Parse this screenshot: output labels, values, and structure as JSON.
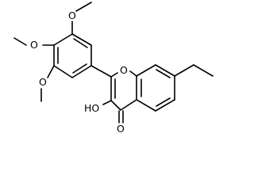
{
  "molecule": {
    "atoms": {
      "o_methoxy_top": "O",
      "o_methoxy_middle": "O",
      "o_methoxy_bottom": "O",
      "o_ring": "O",
      "hydroxyl": "HO",
      "o_carbonyl": "O"
    }
  }
}
